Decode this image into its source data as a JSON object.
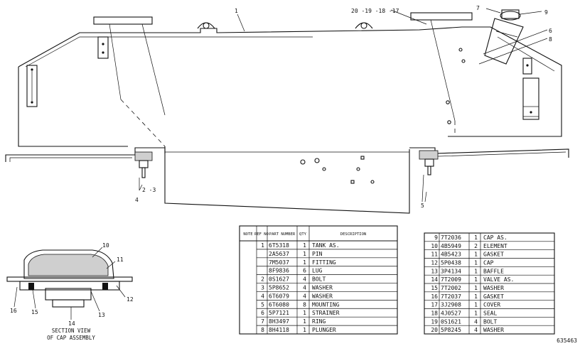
{
  "callouts": {
    "c1": "1",
    "c2_3": "2 -3",
    "c4": "4",
    "c5": "5",
    "c6": "6",
    "c7": "7",
    "c8": "8",
    "c9": "9",
    "c10": "10",
    "c11": "11",
    "c12": "12",
    "c13": "13",
    "c14": "14",
    "c15": "15",
    "c16": "16",
    "c20_17": "20 -19 -18 -17"
  },
  "caption": {
    "line1": "SECTION VIEW",
    "line2": "OF CAP ASSEMBLY"
  },
  "drawing_number": "635463",
  "parts_table_1": {
    "headers": {
      "note": "NOTE",
      "ref": "REF NO",
      "part": "PART NUMBER",
      "qty": "QTY",
      "desc": "DESCRIPTION"
    },
    "rows": [
      {
        "ref": "1",
        "part": "6T5318",
        "qty": "1",
        "desc": "TANK AS."
      },
      {
        "ref": "",
        "part": "2A5637",
        "qty": "1",
        "desc": "  PIN"
      },
      {
        "ref": "",
        "part": "7M5037",
        "qty": "1",
        "desc": "  FITTING"
      },
      {
        "ref": "",
        "part": "8F9836",
        "qty": "6",
        "desc": "  LUG"
      },
      {
        "ref": "2",
        "part": "0S1627",
        "qty": "4",
        "desc": "BOLT"
      },
      {
        "ref": "3",
        "part": "5P8652",
        "qty": "4",
        "desc": "WASHER"
      },
      {
        "ref": "4",
        "part": "6T6079",
        "qty": "4",
        "desc": "WASHER"
      },
      {
        "ref": "5",
        "part": "6T6080",
        "qty": "8",
        "desc": "MOUNTING"
      },
      {
        "ref": "6",
        "part": "5P7121",
        "qty": "1",
        "desc": "STRAINER"
      },
      {
        "ref": "7",
        "part": "8H3497",
        "qty": "1",
        "desc": "RING"
      },
      {
        "ref": "8",
        "part": "8H4118",
        "qty": "1",
        "desc": "PLUNGER"
      }
    ]
  },
  "parts_table_2": {
    "rows": [
      {
        "ref": "9",
        "part": "7T2036",
        "qty": "1",
        "desc": "CAP AS."
      },
      {
        "ref": "10",
        "part": "4B5949",
        "qty": "2",
        "desc": "  ELEMENT"
      },
      {
        "ref": "11",
        "part": "4B5423",
        "qty": "1",
        "desc": "  GASKET"
      },
      {
        "ref": "12",
        "part": "5P0438",
        "qty": "1",
        "desc": "  CAP"
      },
      {
        "ref": "13",
        "part": "3P4134",
        "qty": "1",
        "desc": "  BAFFLE"
      },
      {
        "ref": "14",
        "part": "7T2009",
        "qty": "1",
        "desc": "  VALVE AS."
      },
      {
        "ref": "15",
        "part": "7T2002",
        "qty": "1",
        "desc": "  WASHER"
      },
      {
        "ref": "16",
        "part": "7T2037",
        "qty": "1",
        "desc": "  GASKET"
      },
      {
        "ref": "17",
        "part": "3J2908",
        "qty": "1",
        "desc": "COVER"
      },
      {
        "ref": "18",
        "part": "4J0527",
        "qty": "1",
        "desc": "SEAL"
      },
      {
        "ref": "19",
        "part": "0S1621",
        "qty": "4",
        "desc": "BOLT"
      },
      {
        "ref": "20",
        "part": "5P8245",
        "qty": "4",
        "desc": "WASHER"
      }
    ]
  }
}
